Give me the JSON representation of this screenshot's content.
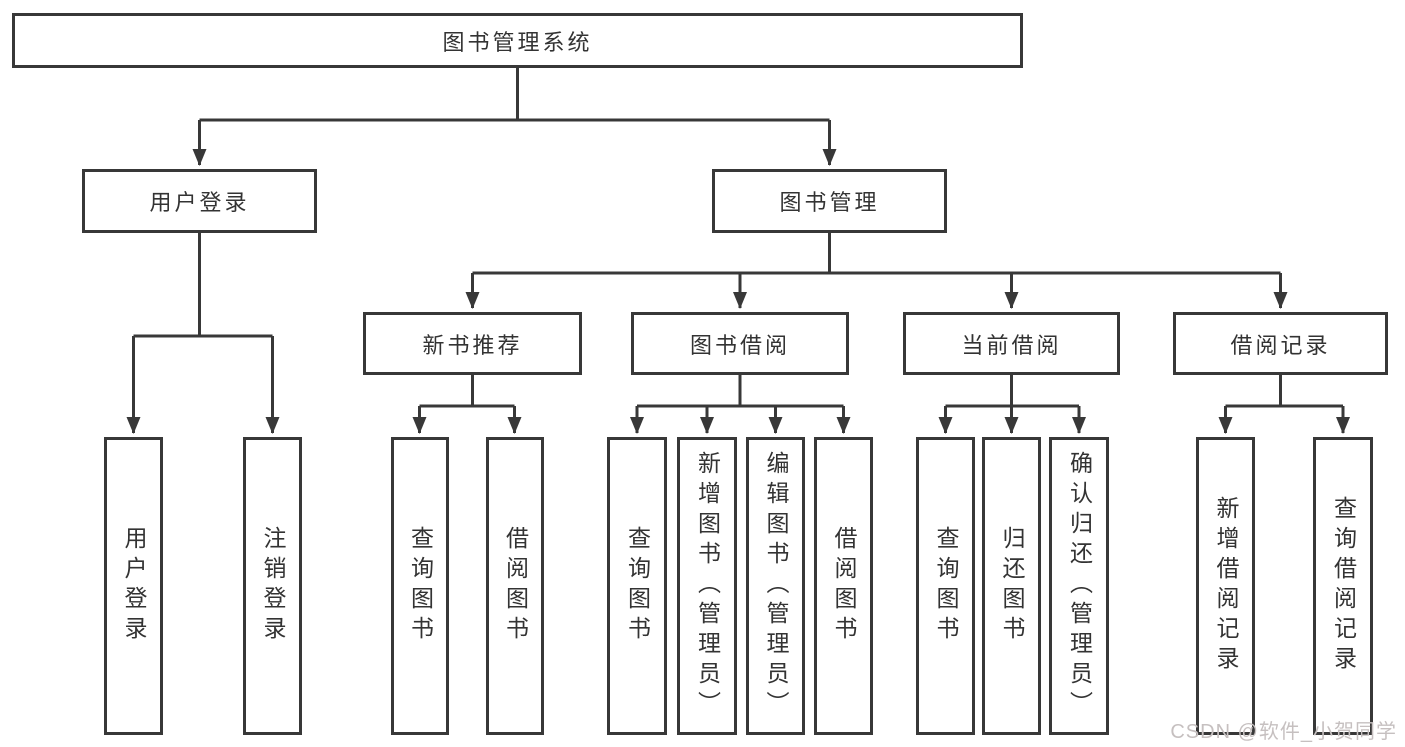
{
  "diagram": {
    "type": "functional-structure-tree",
    "tree": {
      "label": "图书管理系统",
      "children": [
        {
          "label": "用户登录",
          "children": [
            {
              "label": "用户登录"
            },
            {
              "label": "注销登录"
            }
          ]
        },
        {
          "label": "图书管理",
          "children": [
            {
              "label": "新书推荐",
              "children": [
                {
                  "label": "查询图书"
                },
                {
                  "label": "借阅图书"
                }
              ]
            },
            {
              "label": "图书借阅",
              "children": [
                {
                  "label": "查询图书"
                },
                {
                  "label": "新增图书（管理员）"
                },
                {
                  "label": "编辑图书（管理员）"
                },
                {
                  "label": "借阅图书"
                }
              ]
            },
            {
              "label": "当前借阅",
              "children": [
                {
                  "label": "查询图书"
                },
                {
                  "label": "归还图书"
                },
                {
                  "label": "确认归还（管理员）"
                }
              ]
            },
            {
              "label": "借阅记录",
              "children": [
                {
                  "label": "新增借阅记录"
                },
                {
                  "label": "查询借阅记录"
                }
              ]
            }
          ]
        }
      ]
    },
    "colors": {
      "line": "#383838",
      "box_border": "#383838",
      "text": "#333333",
      "background": "#ffffff",
      "watermark_text": "#c6c0c0"
    }
  },
  "watermark": {
    "text": "CSDN @软件_小贺同学"
  }
}
